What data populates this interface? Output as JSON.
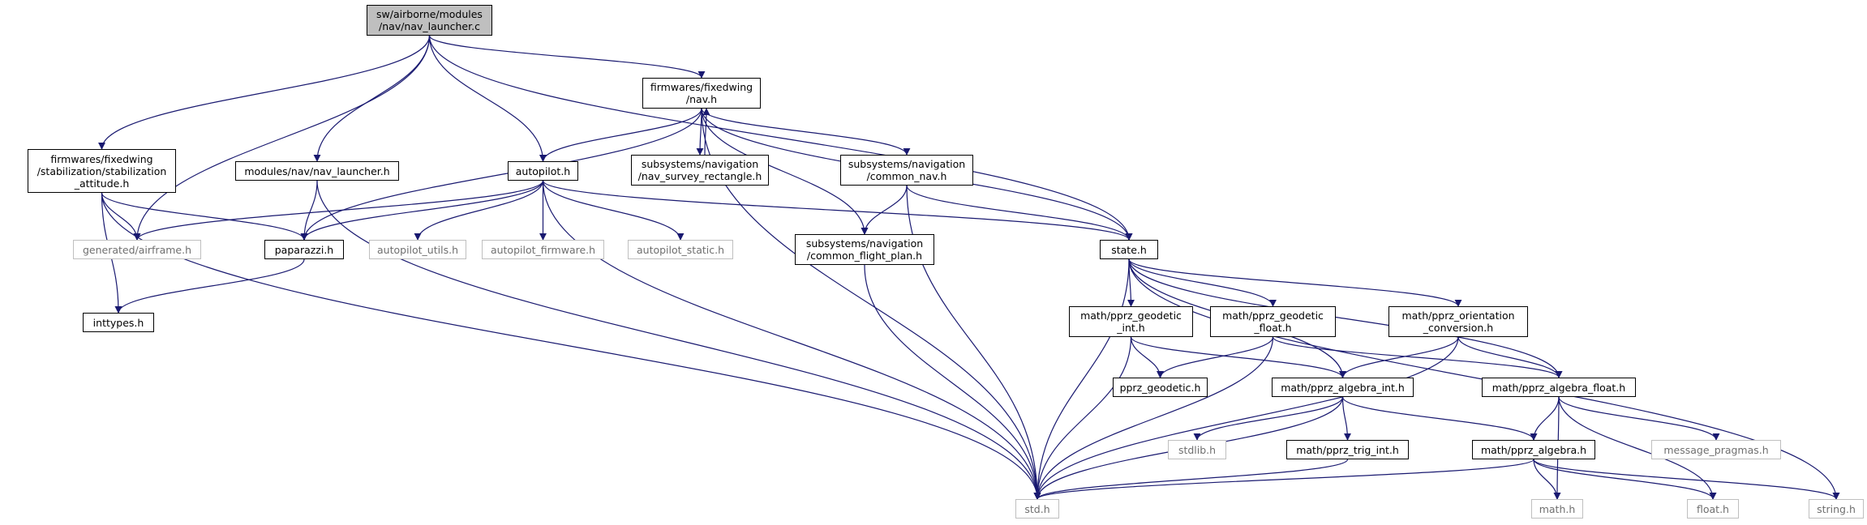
{
  "graph": {
    "colors": {
      "edge": "#191970",
      "node_border": "#000000",
      "external_border": "#bfbfbf",
      "external_text": "#6f6f6f",
      "root_fill": "#bfbfbf"
    },
    "nodes": [
      {
        "id": "root",
        "label": "sw/airborne/modules\n/nav/nav_launcher.c",
        "kind": "root"
      },
      {
        "id": "fw_nav",
        "label": "firmwares/fixedwing\n/nav.h",
        "kind": "file"
      },
      {
        "id": "fw_stab",
        "label": "firmwares/fixedwing\n/stabilization/stabilization\n_attitude.h",
        "kind": "file"
      },
      {
        "id": "nav_launcher_h",
        "label": "modules/nav/nav_launcher.h",
        "kind": "file"
      },
      {
        "id": "autopilot",
        "label": "autopilot.h",
        "kind": "file"
      },
      {
        "id": "nav_survey",
        "label": "subsystems/navigation\n/nav_survey_rectangle.h",
        "kind": "file"
      },
      {
        "id": "common_nav",
        "label": "subsystems/navigation\n/common_nav.h",
        "kind": "file"
      },
      {
        "id": "airframe",
        "label": "generated/airframe.h",
        "kind": "ext"
      },
      {
        "id": "paparazzi",
        "label": "paparazzi.h",
        "kind": "file"
      },
      {
        "id": "ap_utils",
        "label": "autopilot_utils.h",
        "kind": "ext"
      },
      {
        "id": "ap_firmware",
        "label": "autopilot_firmware.h",
        "kind": "ext"
      },
      {
        "id": "ap_static",
        "label": "autopilot_static.h",
        "kind": "ext"
      },
      {
        "id": "common_fp",
        "label": "subsystems/navigation\n/common_flight_plan.h",
        "kind": "file"
      },
      {
        "id": "state",
        "label": "state.h",
        "kind": "file"
      },
      {
        "id": "inttypes",
        "label": "inttypes.h",
        "kind": "file"
      },
      {
        "id": "geo_int",
        "label": "math/pprz_geodetic\n_int.h",
        "kind": "file"
      },
      {
        "id": "geo_float",
        "label": "math/pprz_geodetic\n_float.h",
        "kind": "file"
      },
      {
        "id": "orient",
        "label": "math/pprz_orientation\n_conversion.h",
        "kind": "file"
      },
      {
        "id": "pprz_geodetic",
        "label": "pprz_geodetic.h",
        "kind": "file"
      },
      {
        "id": "alg_int",
        "label": "math/pprz_algebra_int.h",
        "kind": "file"
      },
      {
        "id": "alg_float",
        "label": "math/pprz_algebra_float.h",
        "kind": "file"
      },
      {
        "id": "stdlib",
        "label": "stdlib.h",
        "kind": "ext"
      },
      {
        "id": "trig_int",
        "label": "math/pprz_trig_int.h",
        "kind": "file"
      },
      {
        "id": "alg",
        "label": "math/pprz_algebra.h",
        "kind": "file"
      },
      {
        "id": "msg_pragmas",
        "label": "message_pragmas.h",
        "kind": "ext"
      },
      {
        "id": "std",
        "label": "std.h",
        "kind": "ext"
      },
      {
        "id": "math",
        "label": "math.h",
        "kind": "ext"
      },
      {
        "id": "float",
        "label": "float.h",
        "kind": "ext"
      },
      {
        "id": "string",
        "label": "string.h",
        "kind": "ext"
      }
    ],
    "edges": [
      [
        "root",
        "fw_nav"
      ],
      [
        "root",
        "fw_stab"
      ],
      [
        "root",
        "nav_launcher_h"
      ],
      [
        "root",
        "autopilot"
      ],
      [
        "root",
        "airframe"
      ],
      [
        "root",
        "state"
      ],
      [
        "fw_nav",
        "autopilot"
      ],
      [
        "fw_nav",
        "nav_survey"
      ],
      [
        "fw_nav",
        "common_nav"
      ],
      [
        "fw_nav",
        "common_fp"
      ],
      [
        "fw_nav",
        "paparazzi"
      ],
      [
        "fw_nav",
        "state"
      ],
      [
        "fw_nav",
        "std"
      ],
      [
        "nav_survey",
        "fw_nav"
      ],
      [
        "fw_stab",
        "airframe"
      ],
      [
        "fw_stab",
        "paparazzi"
      ],
      [
        "fw_stab",
        "inttypes"
      ],
      [
        "fw_stab",
        "std"
      ],
      [
        "nav_launcher_h",
        "paparazzi"
      ],
      [
        "nav_launcher_h",
        "std"
      ],
      [
        "autopilot",
        "airframe"
      ],
      [
        "autopilot",
        "paparazzi"
      ],
      [
        "autopilot",
        "ap_utils"
      ],
      [
        "autopilot",
        "ap_firmware"
      ],
      [
        "autopilot",
        "ap_static"
      ],
      [
        "autopilot",
        "state"
      ],
      [
        "autopilot",
        "std"
      ],
      [
        "paparazzi",
        "inttypes"
      ],
      [
        "common_nav",
        "common_fp"
      ],
      [
        "common_nav",
        "state"
      ],
      [
        "common_nav",
        "std"
      ],
      [
        "common_fp",
        "std"
      ],
      [
        "state",
        "geo_int"
      ],
      [
        "state",
        "geo_float"
      ],
      [
        "state",
        "orient"
      ],
      [
        "state",
        "alg_int"
      ],
      [
        "state",
        "alg_float"
      ],
      [
        "state",
        "std"
      ],
      [
        "state",
        "string"
      ],
      [
        "geo_int",
        "pprz_geodetic"
      ],
      [
        "geo_int",
        "alg_int"
      ],
      [
        "geo_int",
        "std"
      ],
      [
        "geo_float",
        "pprz_geodetic"
      ],
      [
        "geo_float",
        "alg_float"
      ],
      [
        "geo_float",
        "std"
      ],
      [
        "orient",
        "alg_int"
      ],
      [
        "orient",
        "alg_float"
      ],
      [
        "orient",
        "std"
      ],
      [
        "alg_int",
        "stdlib"
      ],
      [
        "alg_int",
        "trig_int"
      ],
      [
        "alg_int",
        "alg"
      ],
      [
        "alg_int",
        "std"
      ],
      [
        "alg_float",
        "alg"
      ],
      [
        "alg_float",
        "msg_pragmas"
      ],
      [
        "alg_float",
        "math"
      ],
      [
        "alg_float",
        "float"
      ],
      [
        "trig_int",
        "std"
      ],
      [
        "alg",
        "std"
      ],
      [
        "alg",
        "math"
      ],
      [
        "alg",
        "float"
      ],
      [
        "alg",
        "string"
      ]
    ]
  }
}
